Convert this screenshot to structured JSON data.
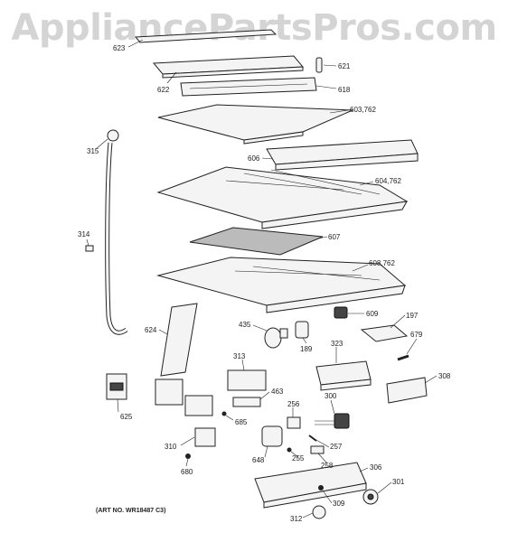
{
  "watermark": "AppliancePartsPros.com",
  "art_number": "(ART NO. WR18487 C3)",
  "labels": [
    "623",
    "622",
    "621",
    "618",
    "603,762",
    "315",
    "606",
    "604,762",
    "314",
    "607",
    "608,762",
    "624",
    "609",
    "197",
    "435",
    "189",
    "323",
    "679",
    "313",
    "308",
    "463",
    "625",
    "685",
    "300",
    "256",
    "310",
    "257",
    "648",
    "255",
    "258",
    "306",
    "680",
    "301",
    "309",
    "312"
  ]
}
